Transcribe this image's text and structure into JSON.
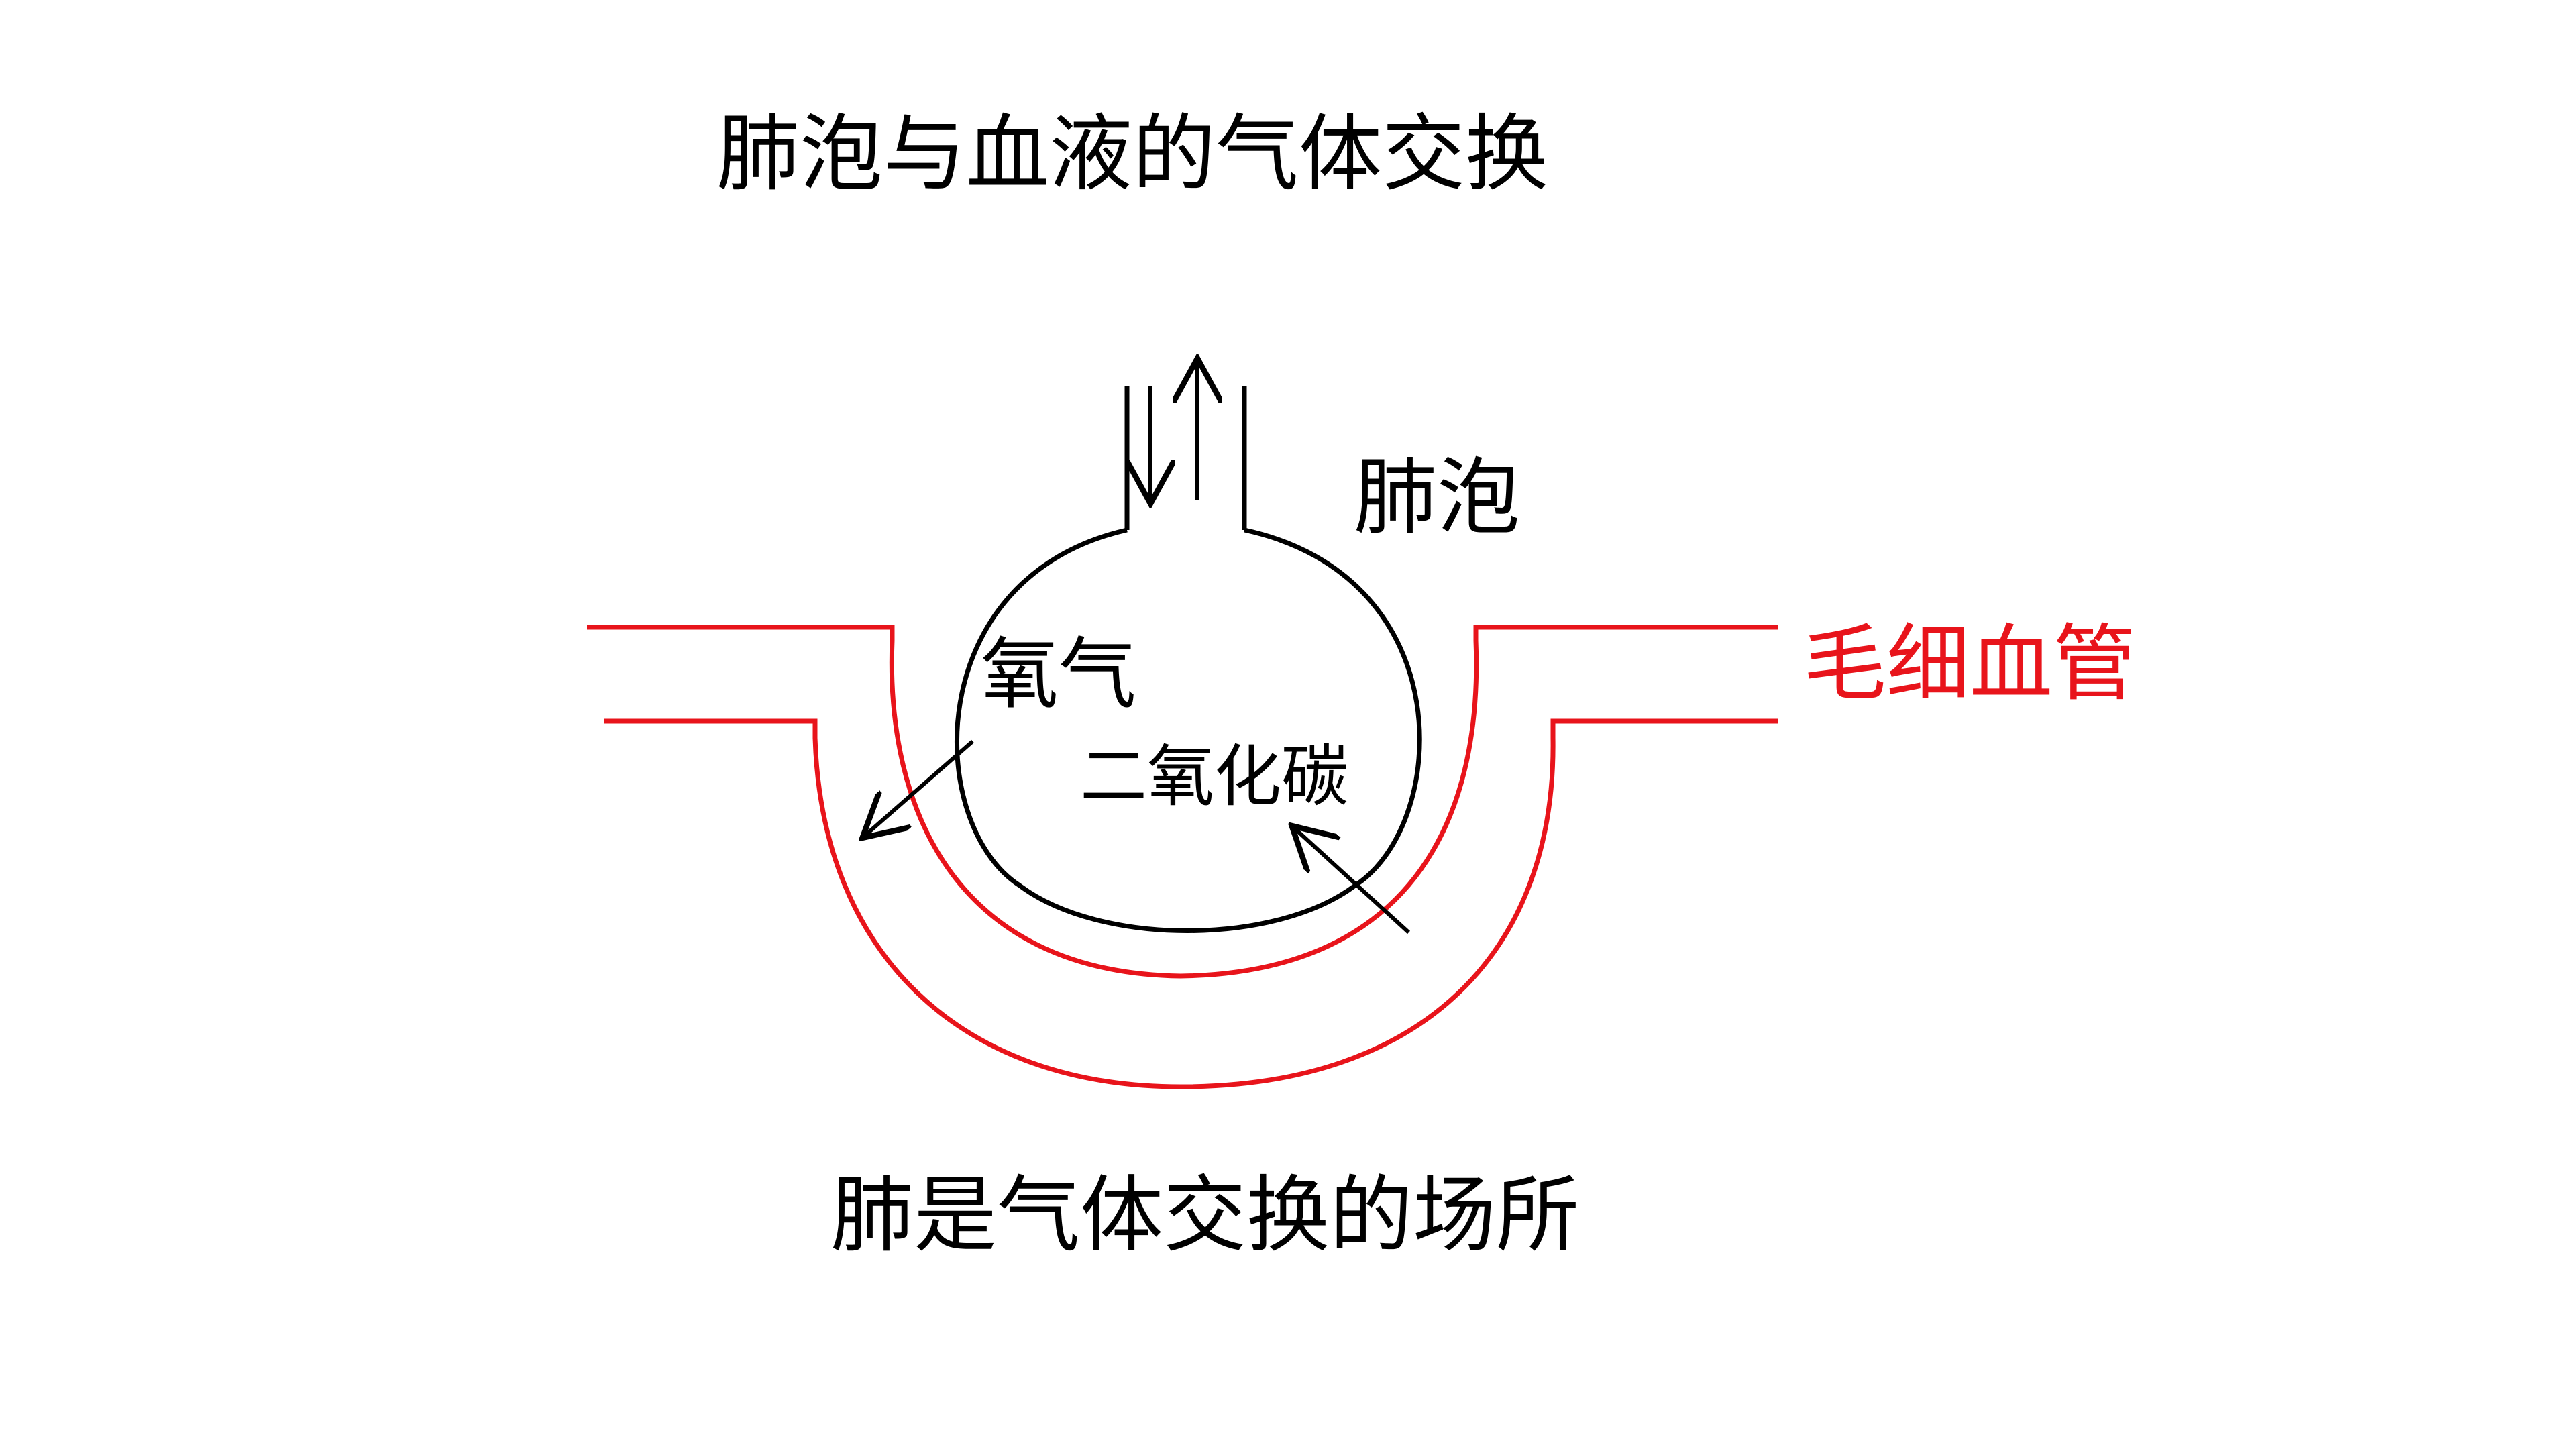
{
  "title": "肺泡与血液的气体交换",
  "labels": {
    "alveolus": "肺泡",
    "capillary": "毛细血管",
    "oxygen": "氧气",
    "carbon_dioxide": "二氧化碳"
  },
  "caption": "肺是气体交换的场所",
  "colors": {
    "capillary": "#e8141b",
    "alveolus": "#000000",
    "text": "#000000"
  }
}
